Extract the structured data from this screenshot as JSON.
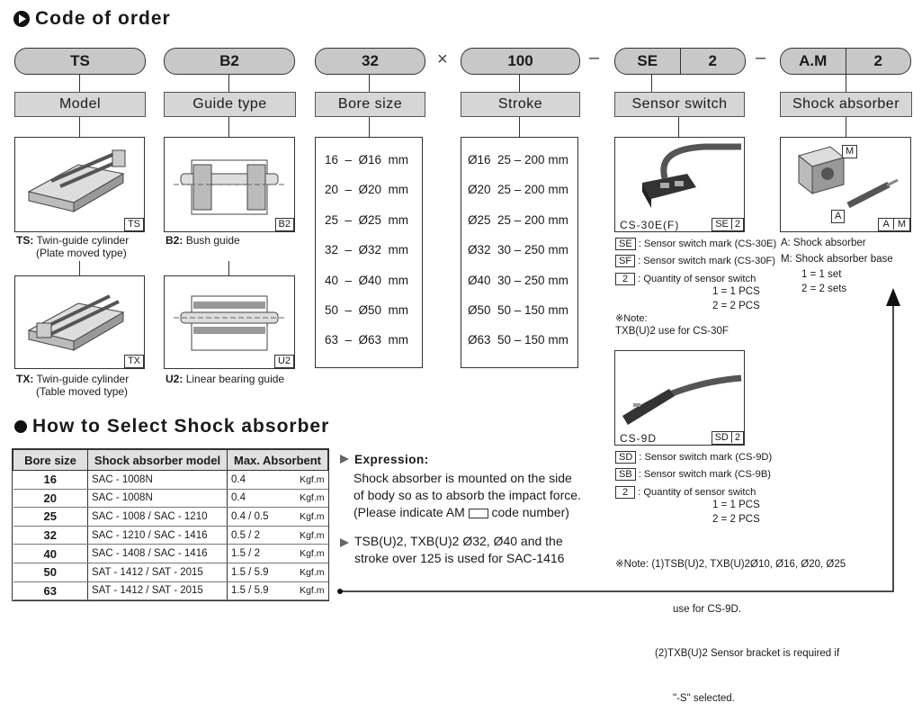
{
  "sections": {
    "code_of_order": "Code of order",
    "how_to_select": "How to Select Shock absorber"
  },
  "code": {
    "model": "TS",
    "guide": "B2",
    "bore": "32",
    "times": "×",
    "stroke": "100",
    "dash1": "–",
    "sensor_mark": "SE",
    "sensor_qty": "2",
    "dash2": "–",
    "shock_mark": "A.M",
    "shock_qty": "2"
  },
  "labels": {
    "model": "Model",
    "guide": "Guide type",
    "bore": "Bore size",
    "stroke": "Stroke",
    "sensor": "Sensor switch",
    "shock": "Shock absorber"
  },
  "model_items": [
    {
      "tag": "TS",
      "code": "TS:",
      "desc1": "Twin-guide cylinder",
      "desc2": "(Plate moved type)"
    },
    {
      "tag": "TX",
      "code": "TX:",
      "desc1": "Twin-guide cylinder",
      "desc2": "(Table moved type)"
    }
  ],
  "guide_items": [
    {
      "tag": "B2",
      "code": "B2:",
      "desc": "Bush guide"
    },
    {
      "tag": "U2",
      "code": "U2:",
      "desc": "Linear bearing guide"
    }
  ],
  "bore_list": [
    "16  –  Ø16  mm",
    "20  –  Ø20  mm",
    "25  –  Ø25  mm",
    "32  –  Ø32  mm",
    "40  –  Ø40  mm",
    "50  –  Ø50  mm",
    "63  –  Ø63  mm"
  ],
  "stroke_list": [
    "Ø16  25 – 200 mm",
    "Ø20  25 – 200 mm",
    "Ø25  25 – 200 mm",
    "Ø32  30 – 250 mm",
    "Ø40  30 – 250 mm",
    "Ø50  50 – 150 mm",
    "Ø63  50 – 150 mm"
  ],
  "sensor": {
    "model1": "CS-30E(F)",
    "tag1a": "SE",
    "tag1b": "2",
    "marks1": [
      {
        "mark": "SE",
        "text": ": Sensor switch mark (CS-30E)"
      },
      {
        "mark": "SF",
        "text": ": Sensor switch mark (CS-30F)"
      },
      {
        "mark": "2",
        "text": ": Quantity of sensor switch"
      }
    ],
    "qty1a": "1 = 1 PCS",
    "qty1b": "2 = 2 PCS",
    "note_label": "※Note:",
    "note_text": "TXB(U)2 use for CS-30F",
    "model2": "CS-9D",
    "tag2a": "SD",
    "tag2b": "2",
    "marks2": [
      {
        "mark": "SD",
        "text": ": Sensor switch mark (CS-9D)"
      },
      {
        "mark": "SB",
        "text": ": Sensor switch mark (CS-9B)"
      },
      {
        "mark": "2",
        "text": ": Quantity of sensor switch"
      }
    ],
    "qty2a": "1 = 1 PCS",
    "qty2b": "2 = 2 PCS",
    "note2_l1": "※Note: (1)TSB(U)2, TXB(U)2Ø10, Ø16, Ø20, Ø25",
    "note2_l2": "use for CS-9D.",
    "note2_l3": "(2)TXB(U)2 Sensor bracket is required if",
    "note2_l4": "\"-S\" selected."
  },
  "shock": {
    "tag_m": "M",
    "tag_a": "A",
    "tag_am_a": "A",
    "tag_am_m": "M",
    "desc_a": "A: Shock absorber",
    "desc_m": "M: Shock absorber base",
    "qty1": "1 = 1 set",
    "qty2": "2 = 2 sets"
  },
  "table": {
    "headers": [
      "Bore size",
      "Shock absorber model",
      "Max. Absorbent"
    ],
    "rows": [
      {
        "bore": "16",
        "model": "SAC - 1008N",
        "max": "0.4",
        "unit": "Kgf.m"
      },
      {
        "bore": "20",
        "model": "SAC - 1008N",
        "max": "0.4",
        "unit": "Kgf.m"
      },
      {
        "bore": "25",
        "model": "SAC - 1008 / SAC - 1210",
        "max": "0.4 / 0.5",
        "unit": "Kgf.m"
      },
      {
        "bore": "32",
        "model": "SAC - 1210 / SAC - 1416",
        "max": "0.5 / 2",
        "unit": "Kgf.m"
      },
      {
        "bore": "40",
        "model": "SAC - 1408 / SAC - 1416",
        "max": "1.5 / 2",
        "unit": "Kgf.m"
      },
      {
        "bore": "50",
        "model": "SAT - 1412 / SAT - 2015",
        "max": "1.5 / 5.9",
        "unit": "Kgf.m"
      },
      {
        "bore": "63",
        "model": "SAT - 1412 / SAT - 2015",
        "max": "1.5 / 5.9",
        "unit": "Kgf.m"
      }
    ]
  },
  "expression": {
    "title": "Expression:",
    "l1": "Shock absorber is mounted on the side",
    "l2": "of body so as to absorb the impact force.",
    "l3a": "(Please indicate AM",
    "l3b": "code number)",
    "b2l1": "TSB(U)2, TXB(U)2 Ø32, Ø40 and the",
    "b2l2": "stroke over 125 is used for SAC-1416"
  }
}
